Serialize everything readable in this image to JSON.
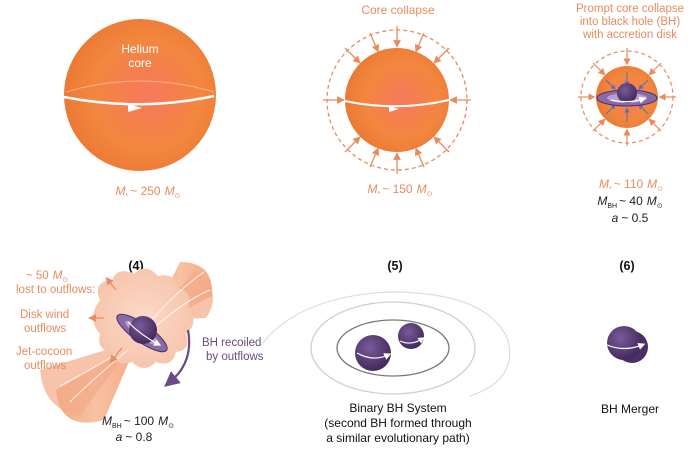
{
  "panel1": {
    "core_label": [
      "Helium",
      "core"
    ],
    "mass_symbol": "M",
    "mass_sub": "*",
    "mass_tilde": "~ 250",
    "msun_symbol": "M",
    "msun_sub": "⊙"
  },
  "panel2": {
    "title": "Core collapse",
    "mass_symbol": "M",
    "mass_sub": "*",
    "mass_tilde": "~ 150",
    "msun_symbol": "M",
    "msun_sub": "⊙"
  },
  "panel3": {
    "title": [
      "Prompt core collapse",
      "into black hole (BH)",
      "with accretion disk"
    ],
    "mass_symbol": "M",
    "mass_sub": "*",
    "mass_tilde": "~ 110",
    "msun_symbol": "M",
    "msun_sub": "⊙",
    "bh_symbol": "M",
    "bh_sub": "BH",
    "bh_tilde": "~ 40",
    "spin_symbol": "a",
    "spin_value": "~ 0.5"
  },
  "panel4": {
    "number": "(4)",
    "loss_tilde": "~ 50",
    "loss_msun_symbol": "M",
    "loss_msun_sub": "⊙",
    "loss_text": "lost to outflows:",
    "disk_wind": [
      "Disk wind",
      "outflows"
    ],
    "jet_cocoon": [
      "Jet-cocoon",
      "outflows"
    ],
    "recoil": [
      "BH recoiled",
      "by outflows"
    ],
    "bh_symbol": "M",
    "bh_sub": "BH",
    "bh_tilde": "~ 100",
    "msun_symbol": "M",
    "msun_sub": "⊙",
    "spin_symbol": "a",
    "spin_value": "~ 0.8"
  },
  "panel5": {
    "number": "(5)",
    "caption": [
      "Binary BH System",
      "(second BH formed through",
      "a similar evolutionary path)"
    ]
  },
  "panel6": {
    "number": "(6)",
    "caption": "BH Merger"
  },
  "colors": {
    "orange": "#e98b5f",
    "star": "#ee7a3e",
    "purple": "#5b3d78",
    "text": "#222222"
  }
}
